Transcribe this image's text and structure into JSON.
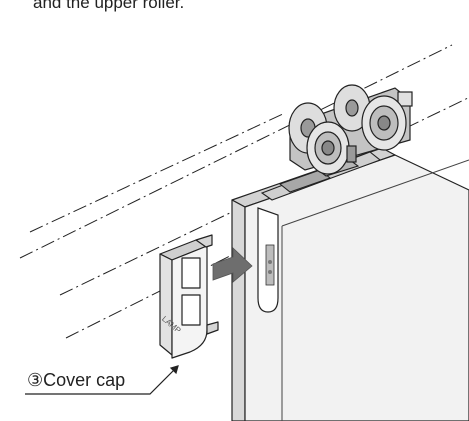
{
  "caption": {
    "text": "and the upper roller."
  },
  "callout": {
    "label": "③Cover cap"
  },
  "cover_cap": {
    "embossed_text": "LAMP"
  },
  "colors": {
    "line": "#222222",
    "door_face": "#f2f2f2",
    "door_edge": "#d2d2d2",
    "arrow": "#6e6e6e",
    "roller_dark": "#9a9a9a",
    "roller_light": "#dedede"
  },
  "icons": {
    "insert_arrow": "right-arrow",
    "leader": "callout-leader-line"
  }
}
